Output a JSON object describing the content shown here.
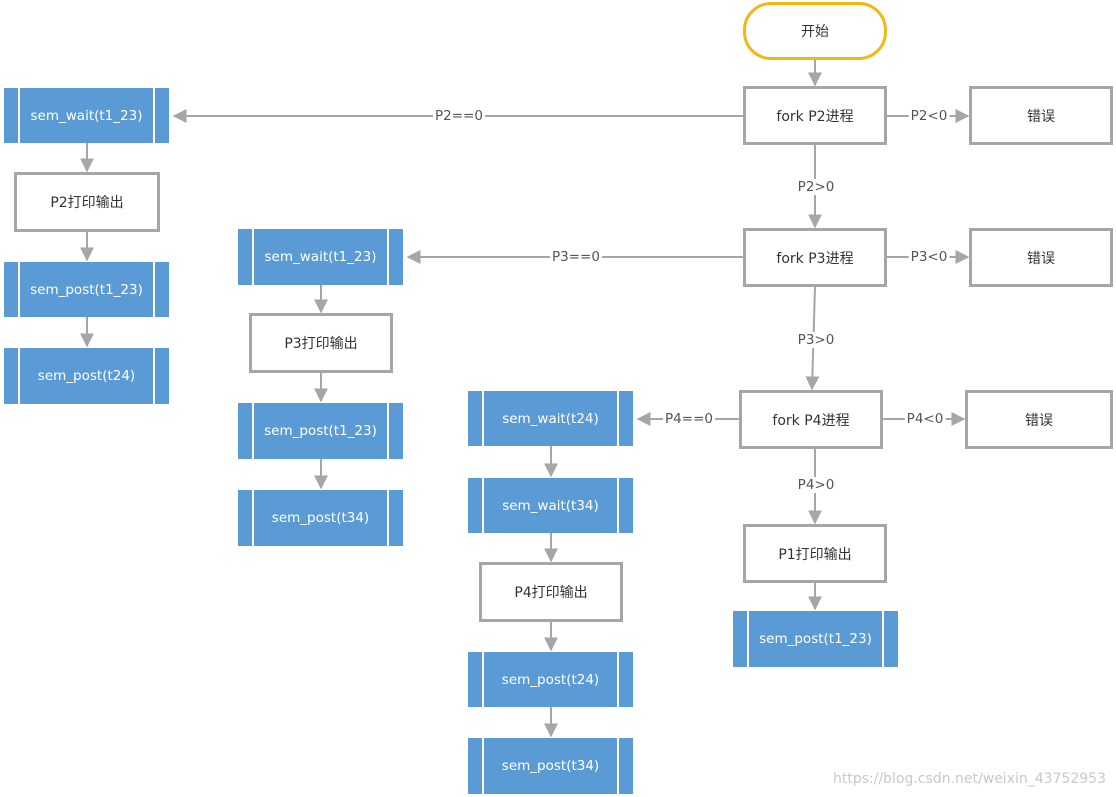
{
  "nodes": {
    "start": "开始",
    "fork_p2": "fork P2进程",
    "fork_p3": "fork P3进程",
    "fork_p4": "fork P4进程",
    "error_p2": "错误",
    "error_p3": "错误",
    "error_p4": "错误",
    "p1_print": "P1打印输出",
    "p1_post_t1_23": "sem_post(t1_23)",
    "p2_wait_t1_23": "sem_wait(t1_23)",
    "p2_print": "P2打印输出",
    "p2_post_t1_23": "sem_post(t1_23)",
    "p2_post_t24": "sem_post(t24)",
    "p3_wait_t1_23": "sem_wait(t1_23)",
    "p3_print": "P3打印输出",
    "p3_post_t1_23": "sem_post(t1_23)",
    "p3_post_t34": "sem_post(t34)",
    "p4_wait_t24": "sem_wait(t24)",
    "p4_wait_t34": "sem_wait(t34)",
    "p4_print": "P4打印输出",
    "p4_post_t24": "sem_post(t24)",
    "p4_post_t34": "sem_post(t34)"
  },
  "edges": {
    "p2_eq0": "P2==0",
    "p2_lt0": "P2<0",
    "p2_gt0": "P2>0",
    "p3_eq0": "P3==0",
    "p3_lt0": "P3<0",
    "p3_gt0": "P3>0",
    "p4_eq0": "P4==0",
    "p4_lt0": "P4<0",
    "p4_gt0": "P4>0"
  },
  "watermark": "https://blog.csdn.net/weixin_43752953",
  "colors": {
    "process_fill": "#ffffff",
    "process_border": "#a6a6a6",
    "semaphore_fill": "#5b9bd5",
    "start_border": "#f2b80f",
    "connector": "#a6a6a6"
  }
}
